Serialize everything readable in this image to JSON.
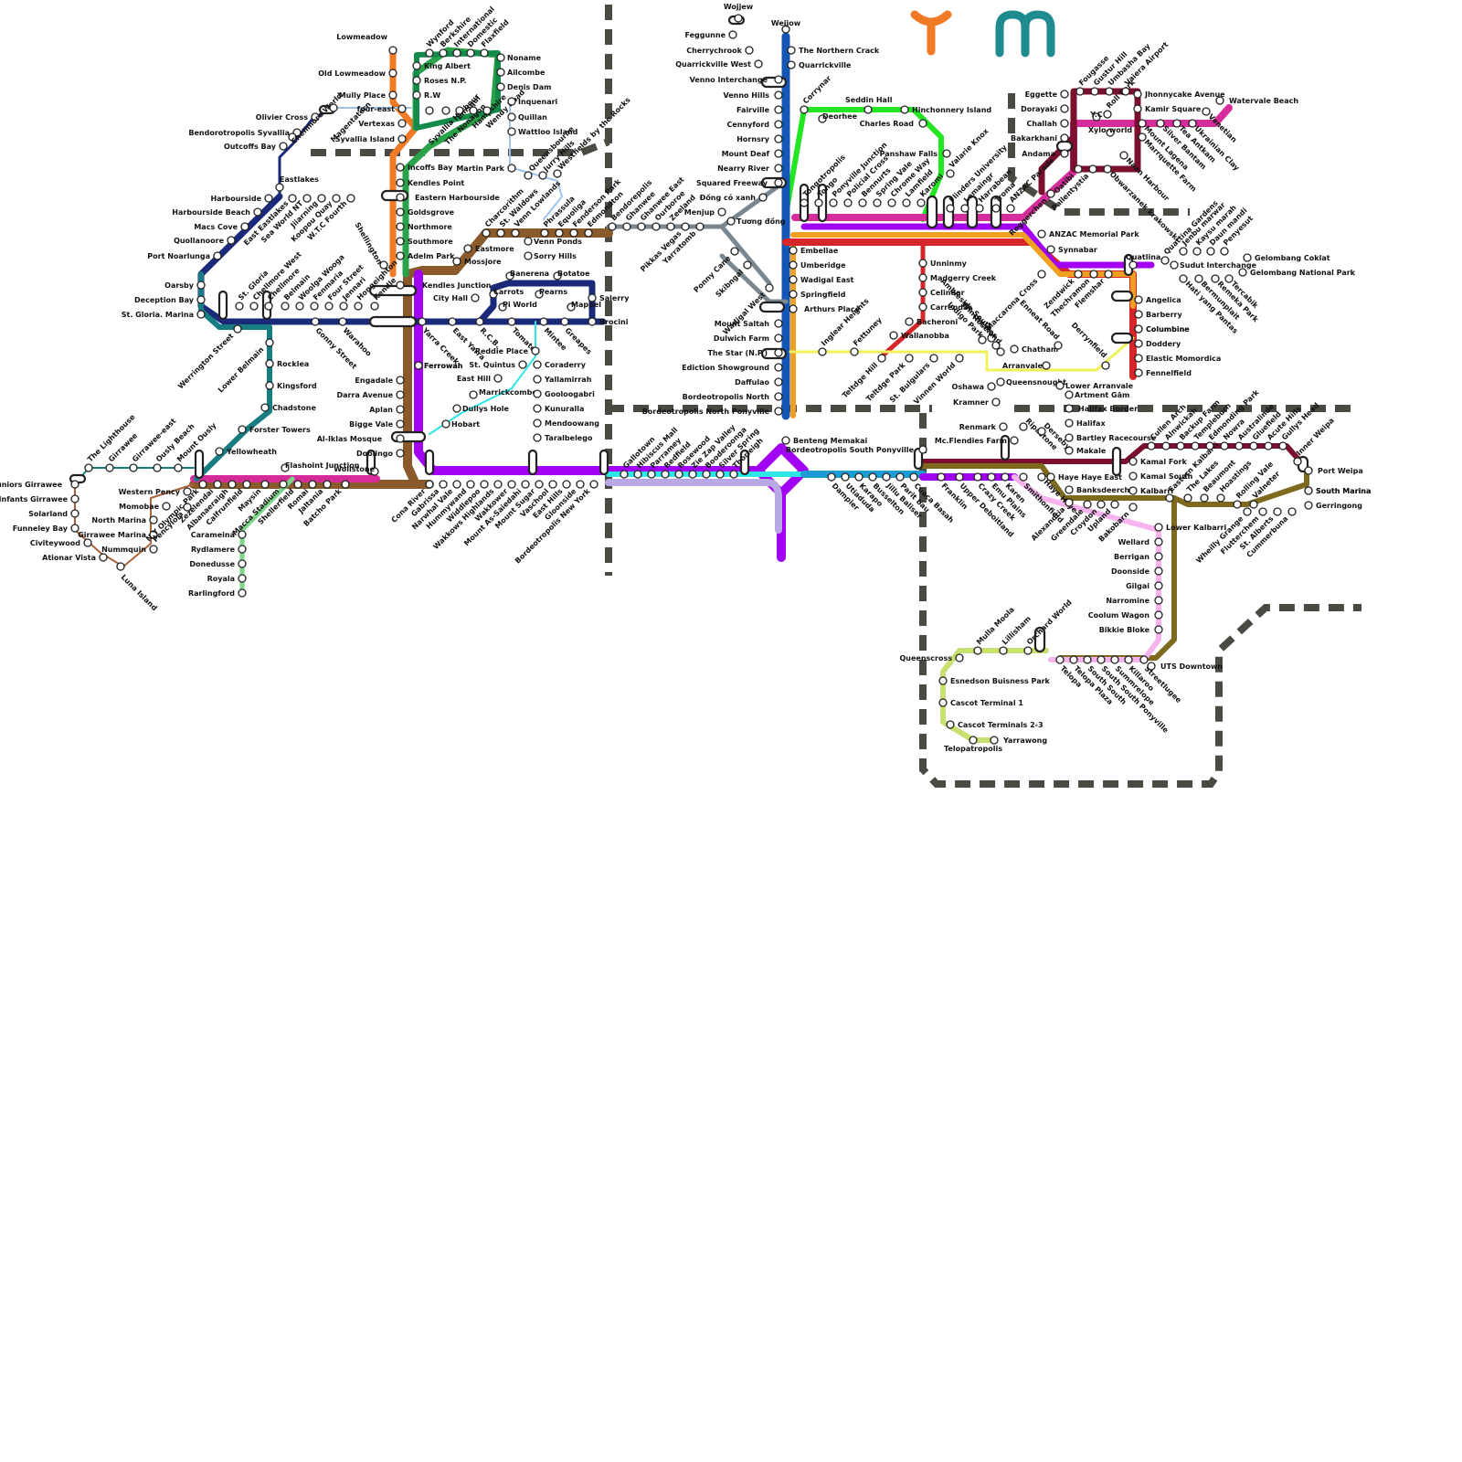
{
  "logo": {
    "letters": [
      "Y",
      "M"
    ],
    "colors": [
      "#f07a25",
      "#1f8a8f"
    ]
  },
  "lines": [
    {
      "id": "orange",
      "color": "#f07a25"
    },
    {
      "id": "green",
      "color": "#2aa24a"
    },
    {
      "id": "dark-green",
      "color": "#138b4a"
    },
    {
      "id": "lime",
      "color": "#22e622"
    },
    {
      "id": "navy",
      "color": "#1b2a78"
    },
    {
      "id": "blue",
      "color": "#1456b5"
    },
    {
      "id": "teal",
      "color": "#187d82"
    },
    {
      "id": "brown",
      "color": "#8b5a2b"
    },
    {
      "id": "purple",
      "color": "#a100f2"
    },
    {
      "id": "lavender",
      "color": "#b9a8e6"
    },
    {
      "id": "magenta",
      "color": "#d62d9b"
    },
    {
      "id": "pink",
      "color": "#ff3fc0"
    },
    {
      "id": "red",
      "color": "#d7262a"
    },
    {
      "id": "maroon",
      "color": "#7a0f2e"
    },
    {
      "id": "gold",
      "color": "#f0a020"
    },
    {
      "id": "olive",
      "color": "#7d6a1f"
    },
    {
      "id": "grey",
      "color": "#7a8790"
    },
    {
      "id": "yellow",
      "color": "#f2f25a"
    },
    {
      "id": "cyan",
      "color": "#2ee6e6"
    },
    {
      "id": "light-pink",
      "color": "#f6b3ee"
    },
    {
      "id": "light-green",
      "color": "#7dd68a"
    },
    {
      "id": "pale-lime",
      "color": "#c8e070"
    },
    {
      "id": "copper",
      "color": "#a8643a"
    },
    {
      "id": "light-blue",
      "color": "#9ec4ee"
    },
    {
      "id": "ocean",
      "color": "#1b9dd4"
    },
    {
      "id": "dark-blue-grey",
      "color": "#5e8aa0"
    },
    {
      "id": "tan",
      "color": "#e9c47a"
    },
    {
      "id": "zone-boundary",
      "color": "#4a4a42"
    }
  ],
  "stations": [
    "Lowmeadow",
    "Old Lowmeadow",
    "Mully Place",
    "four-east",
    "Vertexas",
    "Syvallia Island",
    "Olivier Cross",
    "Bendorotropolis Syvallia",
    "Outcoffs Bay",
    "Chellmore World",
    "Magentatern",
    "King Albert",
    "Roses N.P.",
    "R.W",
    "Syvallia Harbour",
    "The Nonagon",
    "Emsqul",
    "Hampshire",
    "Wendy Road",
    "Wynford",
    "Berkshire",
    "International",
    "Domestic",
    "Flaxfield",
    "Noname",
    "Ailcombe",
    "Denis Dam",
    "Inquenari",
    "Quillan",
    "Wattloo Island",
    "Martin Park",
    "Queensbourne",
    "Jurry Hills",
    "Westfields by the Rocks",
    "Incoffs Bay",
    "Kendles Point",
    "Eastern Harbourside",
    "Goldsgrove",
    "Northmore",
    "Southmore",
    "Adelm Park",
    "Kendles Junction",
    "Eastlakes",
    "East Eastlakes",
    "Sea World NT",
    "Jiiarning",
    "Koopou Quay",
    "W.T.C Fourth",
    "Harbourside",
    "Harbourside Beach",
    "Macs Cove",
    "Quollanoore",
    "Port Noarlunga",
    "Oarsby",
    "Deception Bay",
    "St. Gloria. Marina",
    "St. Gloria",
    "Chellmore West",
    "Chellmore",
    "Belmain",
    "Woolga Wooga",
    "Fenmaria",
    "Four Street",
    "Jennari",
    "Hongeighton",
    "Kendle",
    "Shellington",
    "Werrington Street",
    "Gonny Street",
    "Warahoo",
    "Lower Belmain",
    "Rocklea",
    "Kingsford",
    "Chadstone",
    "Forster Towers",
    "Yellowheath",
    "Charcorithm",
    "St. Waldows",
    "Venn Lowlands",
    "Phrassula",
    "Equoliga",
    "Fenderson Park",
    "Edmondton",
    "Eastmore",
    "Mossjore",
    "Venn Ponds",
    "Sorry Hills",
    "Banerena",
    "Botatoe",
    "Carrots",
    "Pearns",
    "Pi World",
    "Mappel",
    "Salerry",
    "City Hall",
    "Brocini",
    "Yarra Creek",
    "East Yarra",
    "R.C.B.",
    "Tomatos",
    "Mintee",
    "Greapes",
    "Reddie Place",
    "St. Quintus",
    "East Hill",
    "Marrickcombe",
    "Dullys Hole",
    "Hobart",
    "Coraderry",
    "Yallamirrah",
    "Gooloogabri",
    "Kunuralla",
    "Mendoowang",
    "Taralbelego",
    "Ferrowah",
    "Engadale",
    "Darra Avenue",
    "Aplan",
    "Bigge Vale",
    "Al-Iklas Mosque",
    "Doolingo",
    "Flashoint Junction",
    "Wollstone",
    "The Lighthouse",
    "Girrawee",
    "Girrawee-east",
    "Ously Beach",
    "Mount Ously",
    "Juniors Girrawee",
    "Infants Girrawee",
    "Solarland",
    "Funneley Bay",
    "Civiteywood",
    "Ationar Vista",
    "Luna Island",
    "South Marina",
    "Western Pency",
    "Momobae",
    "North Marina",
    "Girrawee Marina",
    "Nummquin",
    "Pencylola",
    "N.Y Olympic Park",
    "Zezelendai",
    "Albanaeraigh",
    "Calfrunfield",
    "Maysin",
    "Macca Stadium",
    "Shellerfield",
    "Romai",
    "Jaltania",
    "Batcho Park",
    "Carameina",
    "Rydlamere",
    "Donedusse",
    "Royala",
    "Rarlingford",
    "Cona River",
    "Gabrissa",
    "Narwhal Vale",
    "Hummywand",
    "Widdlepoo",
    "Wakkows Highlands",
    "Wakkower",
    "Mount As-Saiedahi",
    "Mount Sugar",
    "Vaschool",
    "East Hills",
    "Gloonside",
    "Bordeotropolis New York",
    "Bendorepolis",
    "Ghanwee",
    "Ghanwee East",
    "Ourboroe",
    "Zeeland",
    "Pikkas Vegas",
    "Yarratomb",
    "Columbine",
    "Menjup",
    "Đồng cỏ xanh",
    "Tương đồng",
    "Ponny Cane",
    "Skibngal",
    "Wadigal West",
    "Gallotown",
    "Hibiscus Mall",
    "Parramey",
    "Redfield",
    "Rosewood",
    "Zie Zap Valley",
    "Booderoonga",
    "Silver Spring",
    "Thorleigh",
    "Wojjew",
    "Feggunne",
    "Cherrychrook",
    "Quarrickville West",
    "Venno Interchange",
    "Venno Hills",
    "Fairville",
    "Cennyford",
    "Hornsry",
    "Mount Deaf",
    "Nearry River",
    "Squared Freeway",
    "Wejjow",
    "The Northern Crack",
    "Quarrickville",
    "Corrynar",
    "Deorhee",
    "Seddin Hall",
    "Hinchonnery Island",
    "Charles Road",
    "Panshaw Falls",
    "Valarie Knox",
    "Tongotropolis",
    "Tongo",
    "Ponyville Junction",
    "Policial Cross",
    "Bennurts",
    "Spring Vale",
    "Chrome Way",
    "Lamfield",
    "Karomi",
    "Flinders University",
    "Lemaingr",
    "Harrabean",
    "Troma",
    "ANZAC Parade",
    "Roggerchen",
    "ANZAC Memorial Park",
    "Synnabar",
    "Quatlina",
    "Quattina Gardens",
    "Sudut Interchange",
    "Gelombang Coklat",
    "Gelombang National Park",
    "Embellae",
    "Umberidge",
    "Wadigal East",
    "Springfield",
    "Arthurs Place",
    "Mount Saltah",
    "Dulwich Farm",
    "The Star (N.P.)",
    "Ediction Showground",
    "Daffulao",
    "Bordeotropolis North",
    "Bordeotropolis North Ponyville",
    "Ferrowah",
    "Benteng Memakai",
    "Inglear Heights",
    "Fettuney",
    "Teltdge Hill",
    "Teltdge Park",
    "St. Bulgulars",
    "Vinnen World",
    "Indigo Park",
    "Unninmy",
    "Madgerry Creek",
    "Celindar",
    "Carrendar",
    "Bacheroni",
    "Wallanobba",
    "Ambleside South",
    "Winchester",
    "Roseland",
    "Chatham",
    "Enneat Road",
    "Arranvale",
    "Derrynfield",
    "Oshawa",
    "Queensnought",
    "Lower Arranvale",
    "Artment Gām",
    "Kramner",
    "Halifax Border",
    "Halifax",
    "Bartley Racecourse",
    "Makale",
    "Maccarona Cross",
    "Zendwick",
    "Thechramon",
    "Flemshar",
    "Angelica",
    "Barberry",
    "Columbine",
    "Doddery",
    "Elastic Momordica",
    "Fennelfield",
    "Eggette",
    "Dorayaki",
    "Challah",
    "Bakarkhani",
    "Andama",
    "Y.C",
    "Xylo-world",
    "Roll Park",
    "Fougasse",
    "Gustur Hill",
    "Umbasha Bay",
    "Vaiera Airport",
    "Jhonnycake Avenue",
    "Kamir Square",
    "Mount Lagena",
    "Marrquette Farm",
    "Naan Harbour",
    "Obwarzanek krakowski",
    "Oatibi",
    "Pallentystia",
    "Silver Bantam",
    "Tea Antkam",
    "Ukrainian Clay",
    "Venetian",
    "Watervale Beach",
    "Jenbu marwar",
    "Kaysu marah",
    "Daun mandi",
    "Penyesut",
    "Tercabik",
    "Remeka Park",
    "Bermunplait",
    "Hati yang Pantas",
    "Dampier",
    "Utiaduda",
    "Karapo",
    "Busselton",
    "Jillu Baliser",
    "Parit bau",
    "Cuaca Basah",
    "Franklin",
    "Upper Deboitland",
    "Crazy Creek",
    "Emu Plains",
    "Karen",
    "Smithonfield",
    "Bordeotropolis South Ponyville",
    "Renmark",
    "Mc.Flendies Farm",
    "Ripastone",
    "Derseby",
    "Haye Haye",
    "Haye Haye East",
    "Alexandria",
    "Greendale",
    "Croydon",
    "Upland",
    "Bakobarn",
    "Banksdeerchip",
    "Kamal Fork",
    "Kamal South",
    "Kalbarri",
    "Eastern Kalbarri",
    "The Lakes",
    "Beaumont",
    "Hoastings",
    "Rolling Vale",
    "Valneter",
    "Cullen Arch",
    "Alnwickah",
    "Backup Farm",
    "Templeburn",
    "Edmonding Park",
    "Nowra",
    "Australinde",
    "Gluefield",
    "Acute Hills",
    "Gullys Head",
    "Inner Weipa",
    "Port Weipa",
    "South Marina",
    "Gerringong",
    "Wheilly Grange",
    "Flutterchem",
    "St. Alberts",
    "Cummerbuna",
    "Lower Kalbarri",
    "Wellard",
    "Berrigan",
    "Doonside",
    "Gilgai",
    "Narromine",
    "Coolum Wagon",
    "Bikkie Bloke",
    "Queenscross",
    "Mulla Moola",
    "Lillisham",
    "Orchard World",
    "Esnedson Buisness Park",
    "Cascot Terminal 1",
    "Cascot Terminals 2-3",
    "Telopatropolis",
    "Yarrawong",
    "Telopa",
    "Telopa Plaza",
    "South South",
    "South South Ponyville",
    "Summrelope",
    "Killaroo",
    "Streetlugee",
    "UTS Downtown"
  ]
}
